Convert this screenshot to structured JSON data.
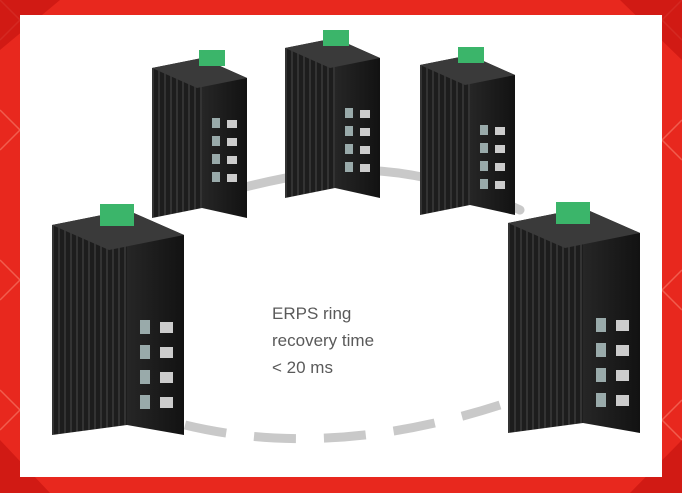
{
  "caption": {
    "line1": "ERPS ring",
    "line2": "recovery time",
    "line3": "< 20 ms"
  },
  "colors": {
    "background_red": "#e8281e",
    "panel": "#ffffff",
    "ring": "#c9c9c9",
    "device_body": "#1c1c1c",
    "terminal_block": "#3bb56a",
    "caption_text": "#5a5a5a"
  },
  "devices": [
    {
      "name": "switch-top-left"
    },
    {
      "name": "switch-top-center"
    },
    {
      "name": "switch-top-right"
    },
    {
      "name": "switch-bottom-left"
    },
    {
      "name": "switch-bottom-right"
    }
  ]
}
